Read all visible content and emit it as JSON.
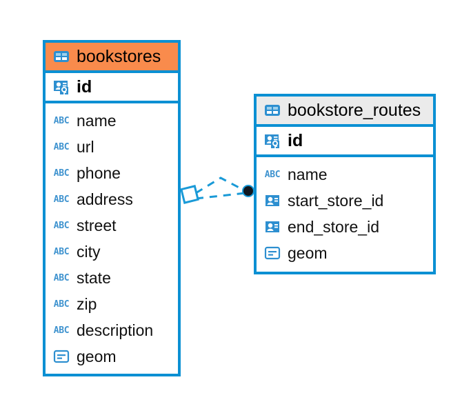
{
  "diagram": {
    "type": "entity-relationship-diagram",
    "background_color": "#ffffff",
    "accent_color": "#0b90d3",
    "highlight_color": "#f98b4c",
    "header_gray": "#ebebeb"
  },
  "entities": [
    {
      "name": "bookstores",
      "header_style": "orange",
      "primary_key": {
        "label": "id",
        "icon": "primary-key-icon"
      },
      "fields": [
        {
          "label": "name",
          "icon": "abc-text-icon",
          "icon_text": "ABC"
        },
        {
          "label": "url",
          "icon": "abc-text-icon",
          "icon_text": "ABC"
        },
        {
          "label": "phone",
          "icon": "abc-text-icon",
          "icon_text": "ABC"
        },
        {
          "label": "address",
          "icon": "abc-text-icon",
          "icon_text": "ABC"
        },
        {
          "label": "street",
          "icon": "abc-text-icon",
          "icon_text": "ABC"
        },
        {
          "label": "city",
          "icon": "abc-text-icon",
          "icon_text": "ABC"
        },
        {
          "label": "state",
          "icon": "abc-text-icon",
          "icon_text": "ABC"
        },
        {
          "label": "zip",
          "icon": "abc-text-icon",
          "icon_text": "ABC"
        },
        {
          "label": "description",
          "icon": "abc-text-icon",
          "icon_text": "ABC"
        },
        {
          "label": "geom",
          "icon": "geometry-field-icon"
        }
      ]
    },
    {
      "name": "bookstore_routes",
      "header_style": "gray",
      "primary_key": {
        "label": "id",
        "icon": "primary-key-icon"
      },
      "fields": [
        {
          "label": "name",
          "icon": "abc-text-icon",
          "icon_text": "ABC"
        },
        {
          "label": "start_store_id",
          "icon": "foreign-key-icon"
        },
        {
          "label": "end_store_id",
          "icon": "foreign-key-icon"
        },
        {
          "label": "geom",
          "icon": "geometry-field-icon"
        }
      ]
    }
  ],
  "relationship": {
    "source_entity": "bookstores",
    "target_entity": "bookstore_routes",
    "line_style": "dashed",
    "line_color": "#1a9ad7",
    "source_endpoint": "diamond-endpoint",
    "target_endpoint": "filled-circle-endpoint",
    "branch_count": 2
  }
}
